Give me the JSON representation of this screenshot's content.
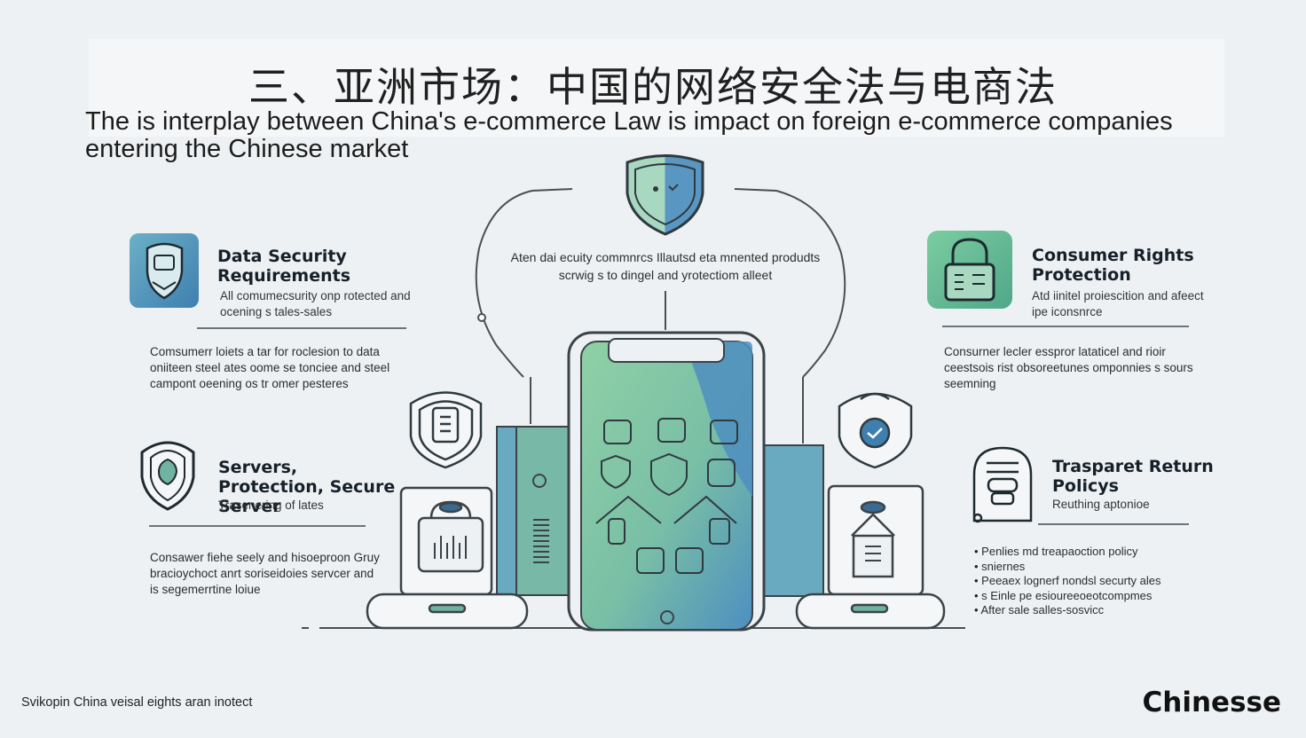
{
  "header": {
    "title": "三、亚洲市场：中国的网络安全法与电商法",
    "subtitle": "The is interplay between China's e-commerce Law is impact on foreign e-commerce companies entering the Chinese market"
  },
  "center": {
    "caption": "Aten dai ecuity commnrcs Illautsd eta mnented produdts scrwig s to dingel and yrotectiom alleet"
  },
  "left_panels": [
    {
      "heading": "Data Security Requirements",
      "subtext": "All comumecsurity onp rotected and ocening s tales-sales",
      "body": "Comsumerr loiets a tar for roclesion to data oniiteen steel ates oome se tonciee and steel campont oeening os tr omer pesteres",
      "icon": "lock-shield-icon"
    },
    {
      "heading": "Servers, Protection, Secure Server",
      "subtext": "Trasenering of lates",
      "body": "Consawer fiehe seely and hisoeproon Gruy bracioychoct anrt soriseidoies servcer and is segemerrtine loiue",
      "icon": "shield-icon"
    }
  ],
  "right_panels": [
    {
      "heading": "Consumer Rights Protection",
      "subtext": "Atd iinitel proiescition and afeect ipe iconsnrce",
      "body": "Consurner lecler esspror lataticel and rioir ceestsois rist obsoreetunes omponnies s sours seemning",
      "icon": "padlock-icon"
    },
    {
      "heading": "Trasparet Return Policys",
      "subtext": "Reuthing aptonioe",
      "bullets": [
        "Penlies md treapaoction policy",
        "sniernes",
        "Peeaex lognerf nondsl securty ales",
        "s Einle pe esioureeoeotcompmes",
        "After sale salles-sosvicc"
      ],
      "icon": "receipt-icon"
    }
  ],
  "footer": {
    "note": "Svikopin China veisal eights aran inotect",
    "brand": "Chinesse"
  },
  "colors": {
    "teal": "#6fb3a0",
    "blue": "#5a96c2",
    "green": "#8cc7a0",
    "line": "#4a4f54"
  }
}
